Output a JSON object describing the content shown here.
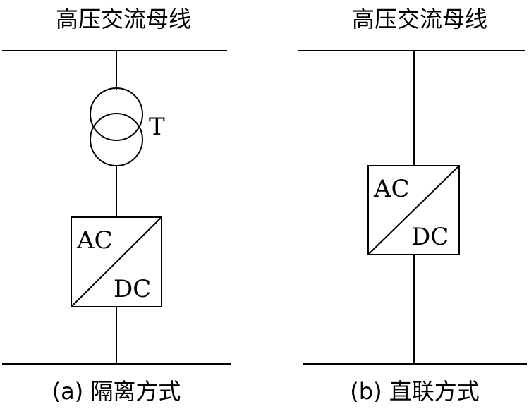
{
  "left": {
    "bus_label": "高压交流母线",
    "transformer_label": "T",
    "converter": {
      "ac_label": "AC",
      "dc_label": "DC"
    },
    "caption": "(a)  隔离方式"
  },
  "right": {
    "bus_label": "高压交流母线",
    "converter": {
      "ac_label": "AC",
      "dc_label": "DC"
    },
    "caption": "(b)  直联方式"
  }
}
